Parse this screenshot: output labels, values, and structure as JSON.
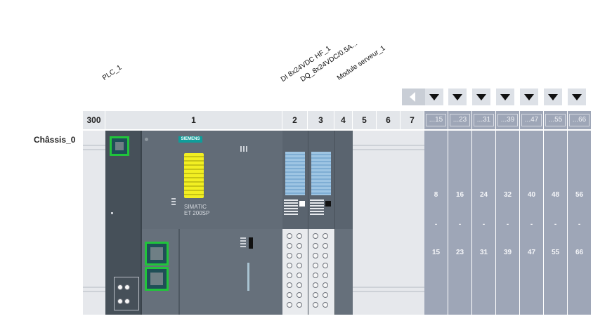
{
  "modules": {
    "plc": "PLC_1",
    "di": "DI 8x24VDC HF_1",
    "dq": "DQ_8x24VDC/0.5A...",
    "server": "Module serveur_1"
  },
  "rack": {
    "label": "Châssis_0"
  },
  "slots": [
    "300",
    "1",
    "2",
    "3",
    "4",
    "5",
    "6",
    "7"
  ],
  "ext_headers": [
    "...15",
    "...23",
    "...31",
    "...39",
    "...47",
    "...55",
    "...66"
  ],
  "ext_columns": [
    {
      "start": "8",
      "dash": "-",
      "end": "15"
    },
    {
      "start": "16",
      "dash": "-",
      "end": "23"
    },
    {
      "start": "24",
      "dash": "-",
      "end": "31"
    },
    {
      "start": "32",
      "dash": "-",
      "end": "39"
    },
    {
      "start": "40",
      "dash": "-",
      "end": "47"
    },
    {
      "start": "48",
      "dash": "-",
      "end": "55"
    },
    {
      "start": "56",
      "dash": "-",
      "end": "66"
    }
  ],
  "device": {
    "brand": "SIEMENS",
    "product_line1": "SIMATIC",
    "product_line2": "ET 200SP"
  },
  "colors": {
    "module_body": "#5a646f",
    "port_highlight": "#21c43b",
    "ext_column": "#9ea6b7",
    "coil": "#f2ef22"
  }
}
